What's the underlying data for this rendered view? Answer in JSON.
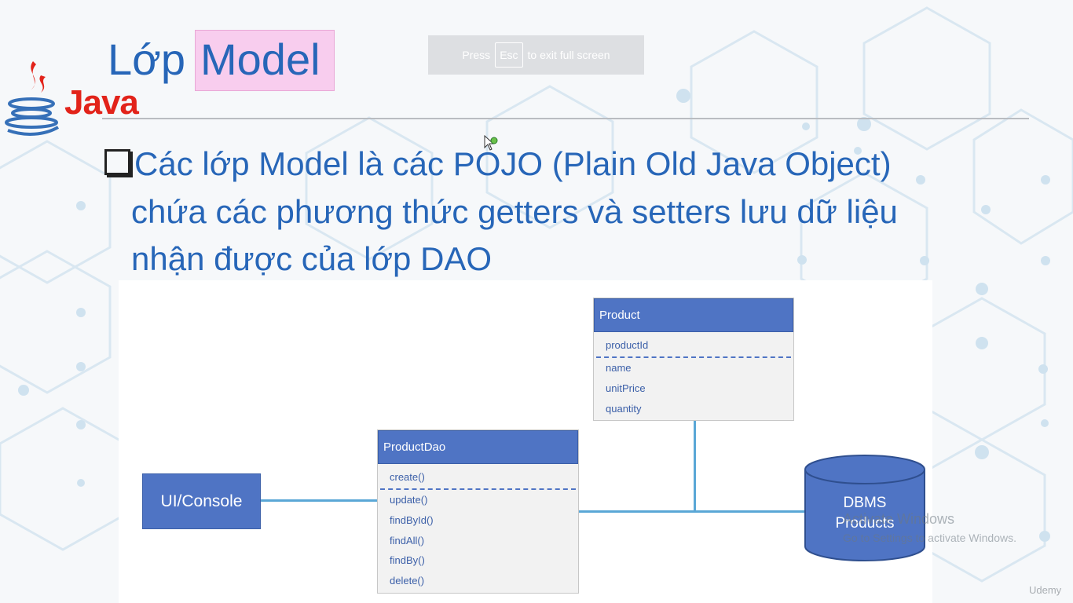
{
  "slide": {
    "title_part1": "Lớp",
    "title_part2": "Model",
    "logo_text": "Java",
    "bullet_lines": [
      "Các lớp Model là các POJO (Plain Old Java Object)",
      "chứa các phương thức getters và setters lưu dữ liệu",
      "nhận được của lớp DAO"
    ],
    "colors": {
      "title": "#2766b8",
      "highlight": "#f8cdee",
      "uml_header": "#4f74c4",
      "connector": "#5aa7d6",
      "java_red": "#e2231a"
    }
  },
  "fullscreen_notice": {
    "press": "Press",
    "key": "Esc",
    "rest": "to exit full screen"
  },
  "diagram": {
    "ui_console": "UI/Console",
    "product": {
      "header": "Product",
      "fields": [
        "productId",
        "name",
        "unitPrice",
        "quantity"
      ]
    },
    "product_dao": {
      "header": "ProductDao",
      "methods": [
        "create()",
        "update()",
        "findById()",
        "findAll()",
        "findBy()",
        "delete()"
      ]
    },
    "database": {
      "line1": "DBMS",
      "line2": "Products"
    }
  },
  "overlay": {
    "activate_title": "Activate Windows",
    "activate_sub": "Go to Settings to activate Windows.",
    "udemy": "Udemy"
  },
  "icons": [
    "java-logo-icon",
    "bullet-square-icon",
    "mouse-cursor-icon",
    "database-cylinder-icon"
  ]
}
